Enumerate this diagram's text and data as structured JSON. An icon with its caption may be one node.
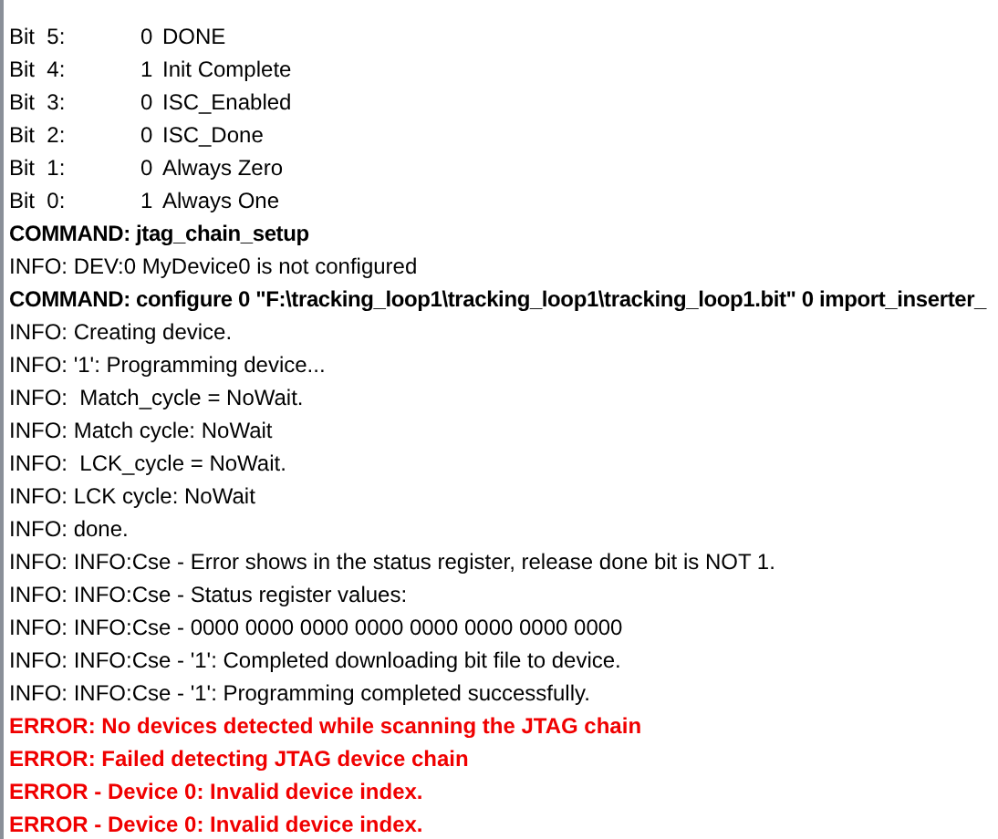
{
  "diagram": {
    "labels": [
      "Bit  5:",
      "0",
      "DONE",
      "Bit  4:",
      "1",
      "Init Complete",
      "Bit  3:",
      "0",
      "ISC_Enabled",
      "Bit  2:",
      "0",
      "ISC_Done",
      "Bit  1:",
      "0",
      "Always Zero",
      "Bit  0:",
      "1",
      "Always One",
      "COMMAND: jtag_chain_setup",
      "INFO: DEV:0 MyDevice0 is not configured",
      "COMMAND: configure 0 \"F:\\tracking_loop1\\tracking_loop1\\tracking_loop1.bit\" 0 import_inserter_",
      "INFO: Creating device.",
      "INFO: '1': Programming device...",
      "INFO:  Match_cycle = NoWait.",
      "INFO: Match cycle: NoWait",
      "INFO:  LCK_cycle = NoWait.",
      "INFO: LCK cycle: NoWait",
      "INFO: done.",
      "INFO: INFO:Cse - Error shows in the status register, release done bit is NOT 1.",
      "INFO: INFO:Cse - Status register values:",
      "INFO: INFO:Cse - 0000 0000 0000 0000 0000 0000 0000 0000",
      "INFO: INFO:Cse - '1': Completed downloading bit file to device.",
      "INFO: INFO:Cse - '1': Programming completed successfully.",
      "ERROR: No devices detected while scanning the JTAG chain",
      "ERROR: Failed detecting JTAG device chain",
      "ERROR - Device 0: Invalid device index.",
      "ERROR - Device 0: Invalid device index."
    ]
  }
}
